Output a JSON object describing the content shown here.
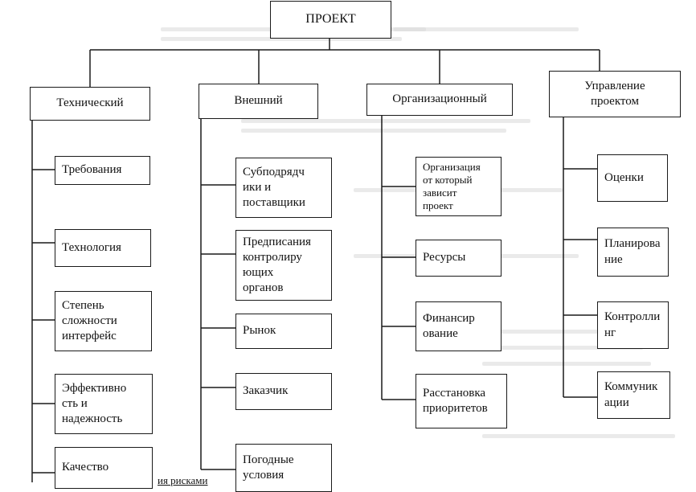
{
  "root": "ПРОЕКТ",
  "categories": {
    "technical": {
      "label": "Технический",
      "items": [
        "Требования",
        "Технология",
        "Степень\nсложности\nинтерфейс",
        "Эффективно\nсть и\nнадежность",
        "Качество"
      ]
    },
    "external": {
      "label": "Внешний",
      "items": [
        "Субподрядч\nики и\nпоставщики",
        "Предписания\nконтролиру\nющих\nорганов",
        "Рынок",
        "Заказчик",
        "Погодные\nусловия"
      ]
    },
    "organizational": {
      "label": "Организационный",
      "items": [
        "Организация\nот который\nзависит\nпроект",
        "Ресурсы",
        "Финансир\nование",
        "Расстановка\nприоритетов"
      ]
    },
    "management": {
      "label": "Управление\nпроектом",
      "items": [
        "Оценки",
        "Планирова\nние",
        "Контролли\nнг",
        "Коммуник\nации"
      ]
    }
  },
  "footer_caption": "ия рисками"
}
